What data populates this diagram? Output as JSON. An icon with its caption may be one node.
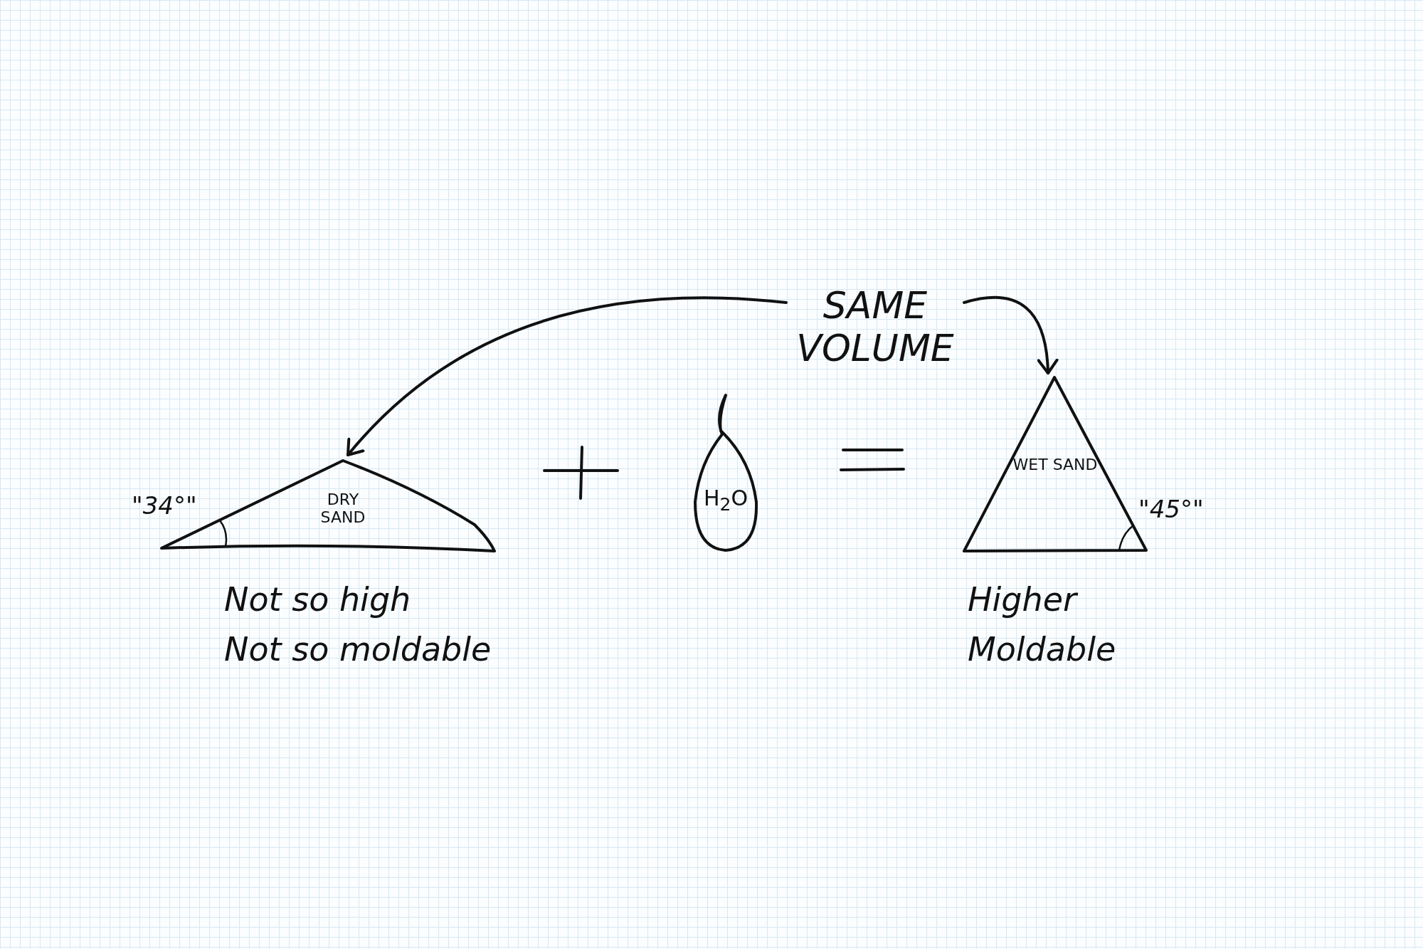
{
  "diagram": {
    "nodes": [
      {
        "text": [
          "SAME VOLUME"
        ]
      },
      {
        "text": [
          "DRY SAND"
        ],
        "beside": [
          "\"34°\"",
          "Not so high",
          "Not so moldable"
        ]
      },
      {
        "text": [
          "H$_{2}$O"
        ]
      },
      {
        "text": [
          "WET SAND"
        ],
        "beside": [
          "\"45°\"",
          "Higher",
          "Moldable"
        ]
      }
    ],
    "edges": [
      {
        "from": 0,
        "to": 1,
        "arrow": "to"
      },
      {
        "from": 0,
        "to": 3,
        "arrow": "to"
      }
    ]
  }
}
